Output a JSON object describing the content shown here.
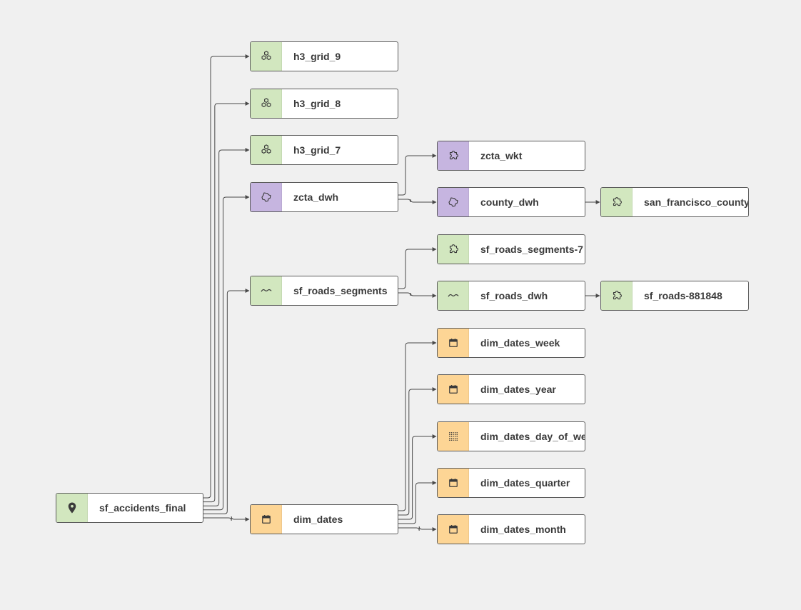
{
  "colors": {
    "green": "#d2e7bf",
    "purple": "#c6b5e0",
    "orange": "#fdd595",
    "edge": "#4a4a4a"
  },
  "nodes": {
    "sf_accidents_final": {
      "label": "sf_accidents_final",
      "icon": "map-pin-icon",
      "color": "green"
    },
    "h3_grid_9": {
      "label": "h3_grid_9",
      "icon": "hexagons-icon",
      "color": "green"
    },
    "h3_grid_8": {
      "label": "h3_grid_8",
      "icon": "hexagons-icon",
      "color": "green"
    },
    "h3_grid_7": {
      "label": "h3_grid_7",
      "icon": "hexagons-icon",
      "color": "green"
    },
    "zcta_dwh": {
      "label": "zcta_dwh",
      "icon": "polygon-icon",
      "color": "purple"
    },
    "sf_roads_segments": {
      "label": "sf_roads_segments",
      "icon": "line-icon",
      "color": "green"
    },
    "dim_dates": {
      "label": "dim_dates",
      "icon": "calendar-icon",
      "color": "orange"
    },
    "zcta_wkt": {
      "label": "zcta_wkt",
      "icon": "puzzle-icon",
      "color": "purple"
    },
    "county_dwh": {
      "label": "county_dwh",
      "icon": "polygon-icon",
      "color": "purple"
    },
    "sf_roads_segments_7": {
      "label": "sf_roads_segments-7",
      "icon": "puzzle-icon",
      "color": "green"
    },
    "sf_roads_dwh": {
      "label": "sf_roads_dwh",
      "icon": "line-icon",
      "color": "green"
    },
    "dim_dates_week": {
      "label": "dim_dates_week",
      "icon": "calendar-icon",
      "color": "orange"
    },
    "dim_dates_year": {
      "label": "dim_dates_year",
      "icon": "calendar-icon",
      "color": "orange"
    },
    "dim_dates_day_of_week": {
      "label": "dim_dates_day_of_we",
      "icon": "dots-grid-icon",
      "color": "orange"
    },
    "dim_dates_quarter": {
      "label": "dim_dates_quarter",
      "icon": "calendar-icon",
      "color": "orange"
    },
    "dim_dates_month": {
      "label": "dim_dates_month",
      "icon": "calendar-icon",
      "color": "orange"
    },
    "san_francisco_county": {
      "label": "san_francisco_county",
      "icon": "puzzle-icon",
      "color": "green"
    },
    "sf_roads_881848": {
      "label": "sf_roads-881848",
      "icon": "puzzle-icon",
      "color": "green"
    }
  },
  "edges": [
    [
      "sf_accidents_final",
      "h3_grid_9"
    ],
    [
      "sf_accidents_final",
      "h3_grid_8"
    ],
    [
      "sf_accidents_final",
      "h3_grid_7"
    ],
    [
      "sf_accidents_final",
      "zcta_dwh"
    ],
    [
      "sf_accidents_final",
      "sf_roads_segments"
    ],
    [
      "sf_accidents_final",
      "dim_dates"
    ],
    [
      "zcta_dwh",
      "zcta_wkt"
    ],
    [
      "zcta_dwh",
      "county_dwh"
    ],
    [
      "county_dwh",
      "san_francisco_county"
    ],
    [
      "sf_roads_segments",
      "sf_roads_segments_7"
    ],
    [
      "sf_roads_segments",
      "sf_roads_dwh"
    ],
    [
      "sf_roads_dwh",
      "sf_roads_881848"
    ],
    [
      "dim_dates",
      "dim_dates_week"
    ],
    [
      "dim_dates",
      "dim_dates_year"
    ],
    [
      "dim_dates",
      "dim_dates_day_of_week"
    ],
    [
      "dim_dates",
      "dim_dates_quarter"
    ],
    [
      "dim_dates",
      "dim_dates_month"
    ]
  ]
}
